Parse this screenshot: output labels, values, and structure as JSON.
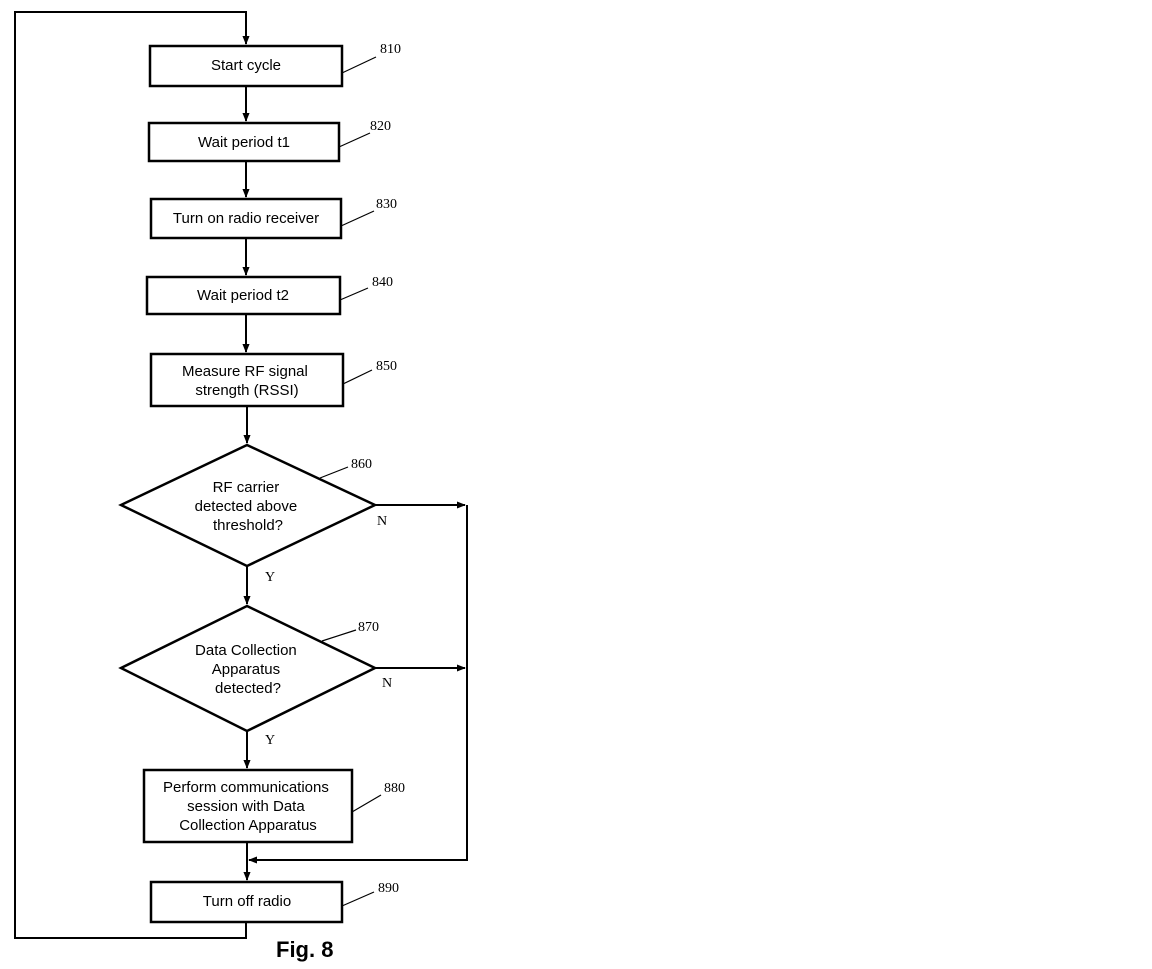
{
  "steps": {
    "810": {
      "ref": "810",
      "lines": [
        "Start cycle"
      ]
    },
    "820": {
      "ref": "820",
      "lines": [
        "Wait period t1"
      ]
    },
    "830": {
      "ref": "830",
      "lines": [
        "Turn on radio receiver"
      ]
    },
    "840": {
      "ref": "840",
      "lines": [
        "Wait period t2"
      ]
    },
    "850": {
      "ref": "850",
      "lines": [
        "Measure RF signal",
        "strength (RSSI)"
      ]
    },
    "860": {
      "ref": "860",
      "lines": [
        "RF carrier",
        "detected above",
        "threshold?"
      ]
    },
    "870": {
      "ref": "870",
      "lines": [
        "Data Collection",
        "Apparatus",
        "detected?"
      ]
    },
    "880": {
      "ref": "880",
      "lines": [
        "Perform communications",
        "session with Data",
        "Collection Apparatus"
      ]
    },
    "890": {
      "ref": "890",
      "lines": [
        "Turn off radio"
      ]
    }
  },
  "branch_labels": {
    "yes": "Y",
    "no": "N"
  },
  "figure_caption": "Fig. 8"
}
